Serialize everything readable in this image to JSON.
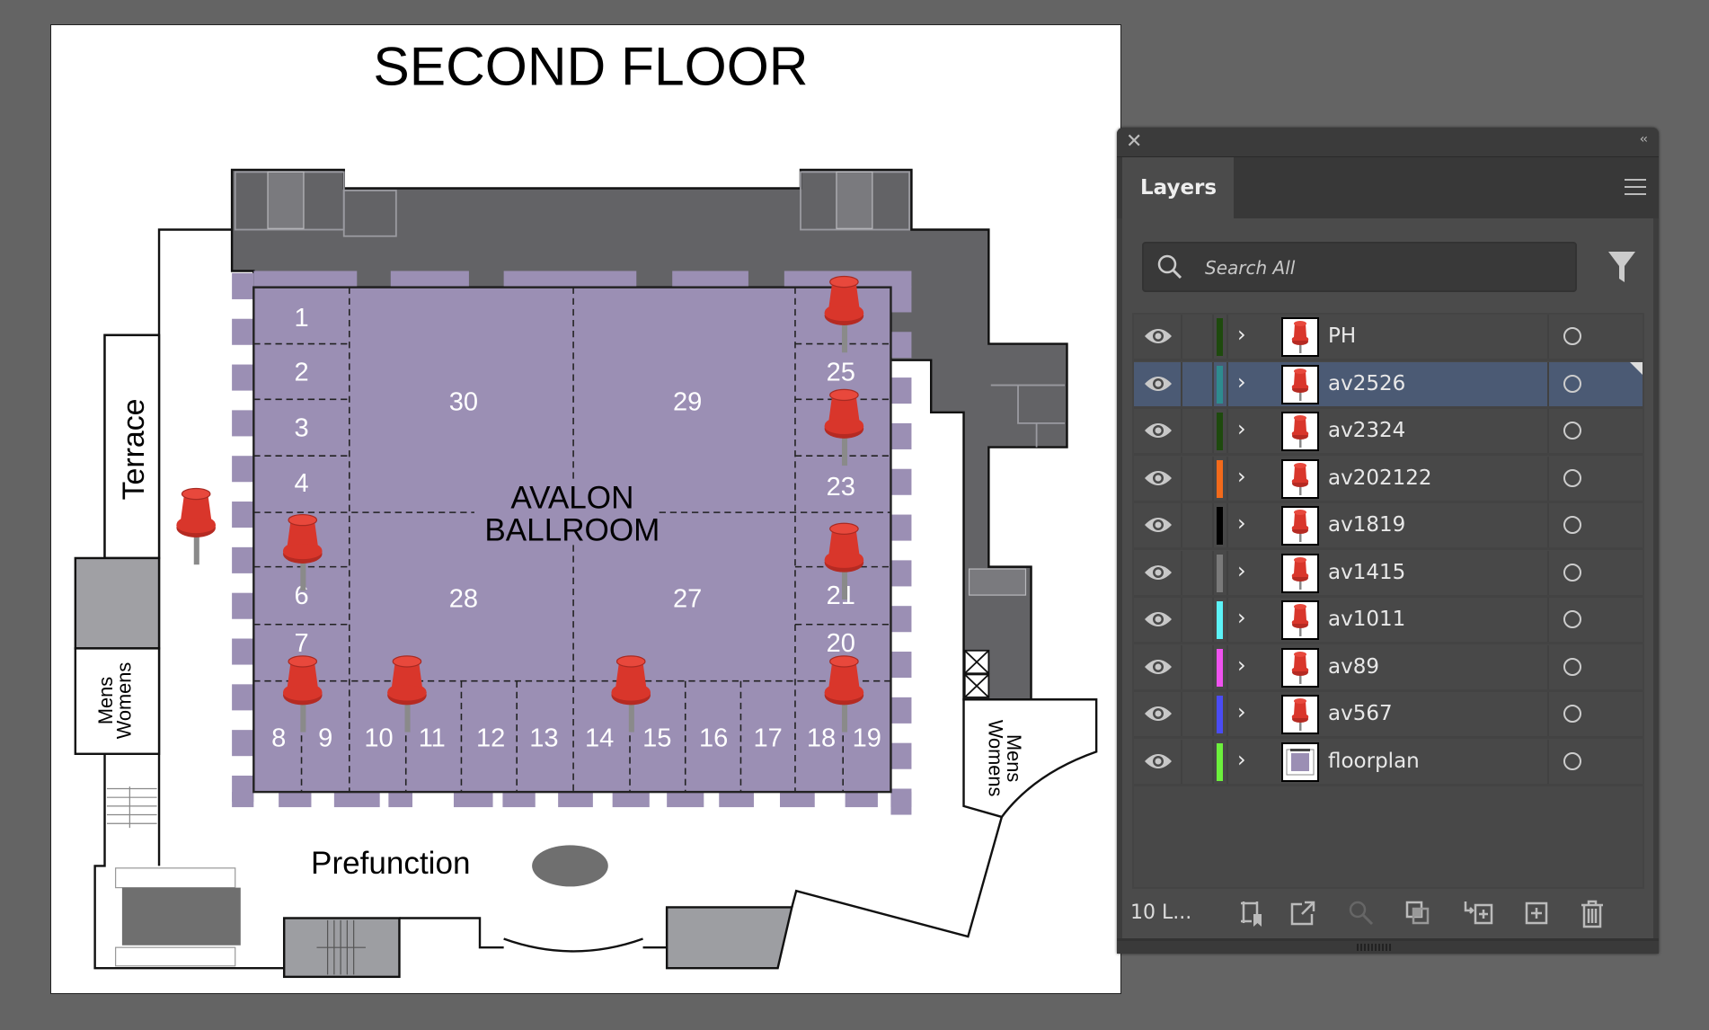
{
  "floorplan": {
    "title": "SECOND FLOOR",
    "ballroom_name": [
      "AVALON",
      "BALLROOM"
    ],
    "rooms": [
      "1",
      "2",
      "3",
      "4",
      "6",
      "7",
      "30",
      "29",
      "28",
      "27",
      "25",
      "23",
      "21",
      "20",
      "8",
      "9",
      "10",
      "11",
      "12",
      "13",
      "14",
      "15",
      "16",
      "17",
      "18",
      "19"
    ],
    "terrace": "Terrace",
    "prefunction": "Prefunction",
    "restroom_left": [
      "Mens",
      "Womens"
    ],
    "restroom_right": [
      "Mens",
      "Womens"
    ],
    "colors": {
      "ballroom": "#9b8fb4",
      "service": "#636366",
      "pin": "#d9362b"
    }
  },
  "panel": {
    "tab_label": "Layers",
    "search_placeholder": "Search All",
    "layer_count": "10 L...",
    "layers": [
      {
        "name": "PH",
        "color": "#1e4a0e",
        "selected": false
      },
      {
        "name": "av2526",
        "color": "#2e8c8f",
        "selected": true
      },
      {
        "name": "av2324",
        "color": "#1e4a0e",
        "selected": false
      },
      {
        "name": "av202122",
        "color": "#f26a1b",
        "selected": false
      },
      {
        "name": "av1819",
        "color": "#000000",
        "selected": false
      },
      {
        "name": "av1415",
        "color": "#7a7a7a",
        "selected": false
      },
      {
        "name": "av1011",
        "color": "#5cf3f8",
        "selected": false
      },
      {
        "name": "av89",
        "color": "#ef52ef",
        "selected": false
      },
      {
        "name": "av567",
        "color": "#4a4cf5",
        "selected": false
      },
      {
        "name": "floorplan",
        "color": "#6cf03c",
        "selected": false
      }
    ]
  }
}
